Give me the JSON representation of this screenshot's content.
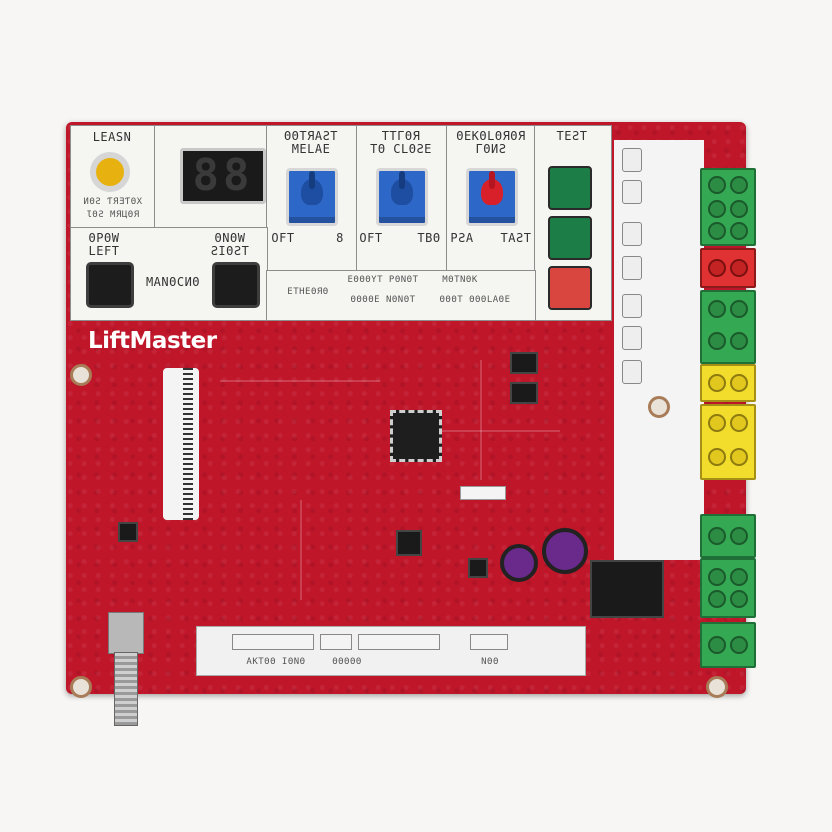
{
  "brand": {
    "logo_text": "LiftMaster"
  },
  "controls": {
    "learn_label": "LEASN",
    "learn_sub": "ИΘƧ ƬЯƎƬΘХ\nƖΘƧ МЯЦΘЯ",
    "display": {
      "digits": "88",
      "label": "digital display"
    },
    "pots": [
      {
        "title": "ΘΘΤЯΑƧΤ\nМΕLΑΕ",
        "min": "OFT",
        "max": "8",
        "color": "blue"
      },
      {
        "title": "ТΤΓΘЯ\nΤΘ CLΘƧΕ",
        "min": "OFT",
        "max": "ТΒΘ",
        "color": "blue"
      },
      {
        "title": "ΘΕΚΘLΘЯΘЯ\nΓΘИƧ",
        "min": "ΡƧΑ",
        "max": "ΤΑƧΤ",
        "color": "red"
      }
    ],
    "test_label": "ΤΕƧΤ",
    "left_label": "ΘΡΘW\nLEFT",
    "right_label": "ΘΝΘW\nƧΙΘƧΤ",
    "manual_label": "МΑΝΘСИΘ",
    "bottom_texts": [
      "ΕΤΗΕΘЯΘ",
      "ΕΘΘΘΥΤ ΡΘΝΘΤ",
      "ΜΘΤΝΘΚ",
      "ΘΘΘΘΕ ΝΘΝΘΤ",
      "ΘΘΘΤ ΘΘΘLΑΘΕ"
    ]
  },
  "connector_labels": [
    "ΑΚΤΘΘ ΙΘΝΘ",
    "ΘΘΘΘΘ",
    "ΝΘΘ"
  ],
  "colors": {
    "board": "#c0162a",
    "terminal_green": "#34a853",
    "terminal_red": "#e03232",
    "terminal_yellow": "#f2dc2c",
    "pot_blue": "#2d67c7"
  }
}
